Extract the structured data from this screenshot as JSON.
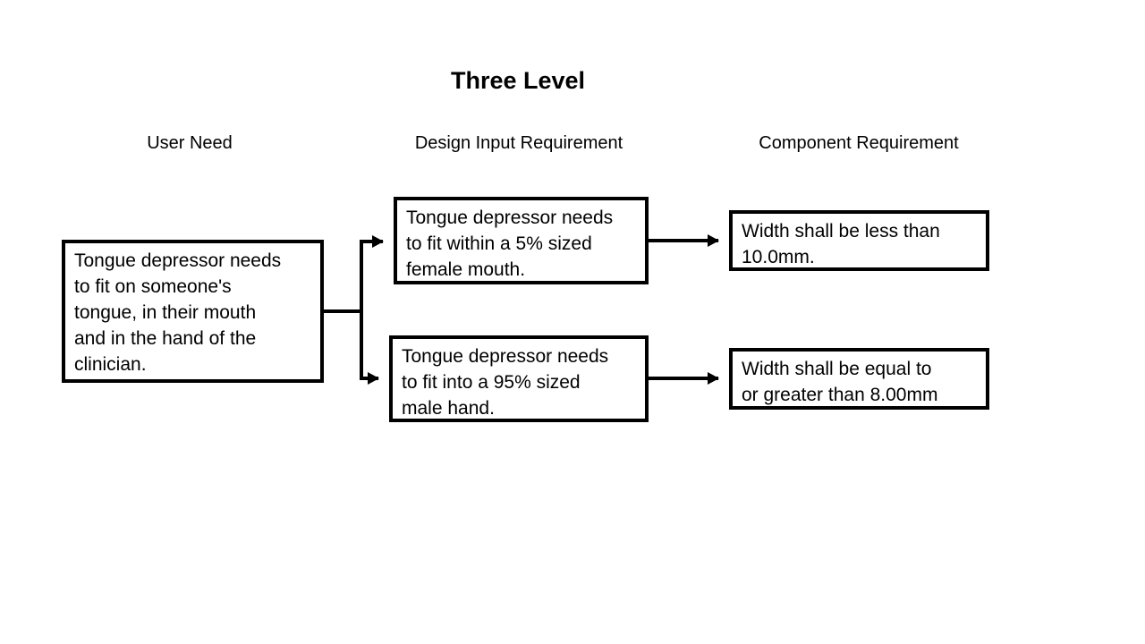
{
  "title": "Three Level",
  "columns": {
    "user_need": "User Need",
    "design_input": "Design Input Requirement",
    "component": "Component Requirement"
  },
  "boxes": {
    "user_need": "Tongue depressor needs\nto fit on someone's\ntongue, in their mouth\nand in the hand of the\nclinician.",
    "design_input_top": "Tongue depressor needs\nto fit within a 5% sized\nfemale mouth.",
    "design_input_bottom": "Tongue depressor needs\nto fit into a 95% sized\nmale hand.",
    "component_top": "Width shall be less than\n10.0mm.",
    "component_bottom": "Width shall be equal to\nor greater than 8.00mm"
  },
  "colors": {
    "line": "#000000",
    "background": "#ffffff",
    "text": "#000000"
  }
}
